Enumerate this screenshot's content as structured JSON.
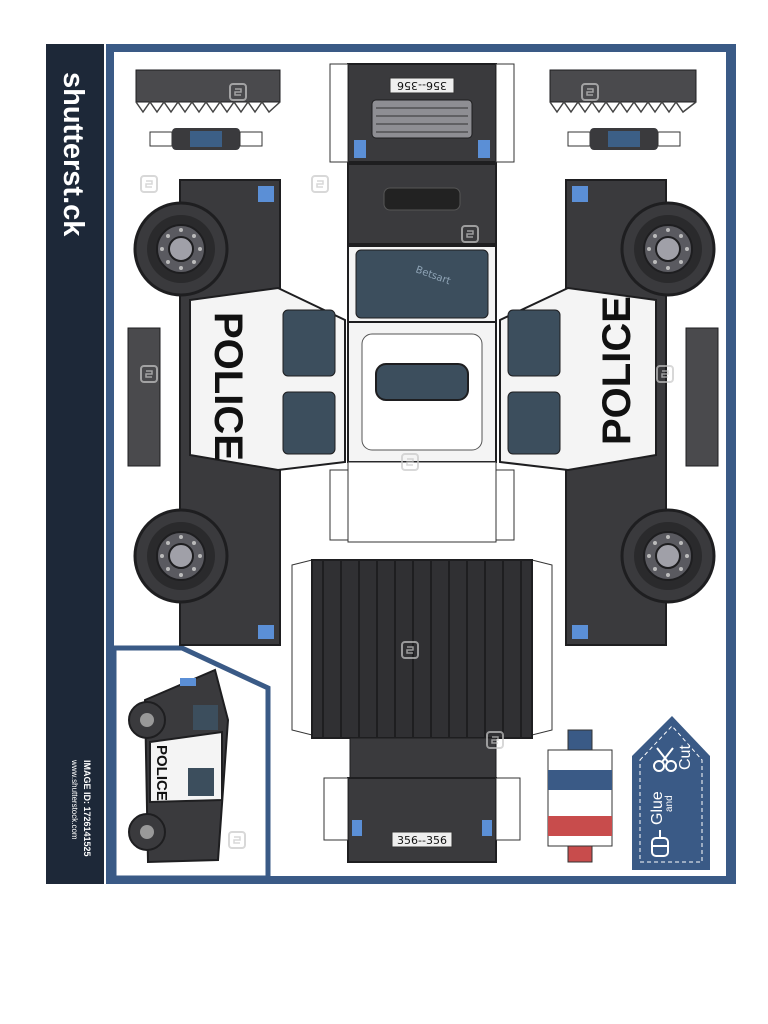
{
  "brand": {
    "logo": "shutterst.ck",
    "image_id": "IMAGE ID: 1726141525",
    "site": "www.shutterstock.com"
  },
  "template": {
    "side_text": "POLICE",
    "plate_top": "356--356",
    "plate_bottom": "356--356",
    "artist": "Betsart",
    "tag_line1": "Cut",
    "tag_line2": "and",
    "tag_line3": "Glue"
  },
  "colors": {
    "frame_blue": "#3a5a86",
    "sidebar": "#1d2838",
    "body_dark": "#3a3a3d",
    "body_white": "#f5f5f5",
    "glass": "#3c4e5d",
    "light_blue": "#5b8fd6",
    "light_red": "#c84c4c"
  },
  "icons": [
    "scissors-icon",
    "glue-bottle-icon",
    "watermark-icon"
  ]
}
